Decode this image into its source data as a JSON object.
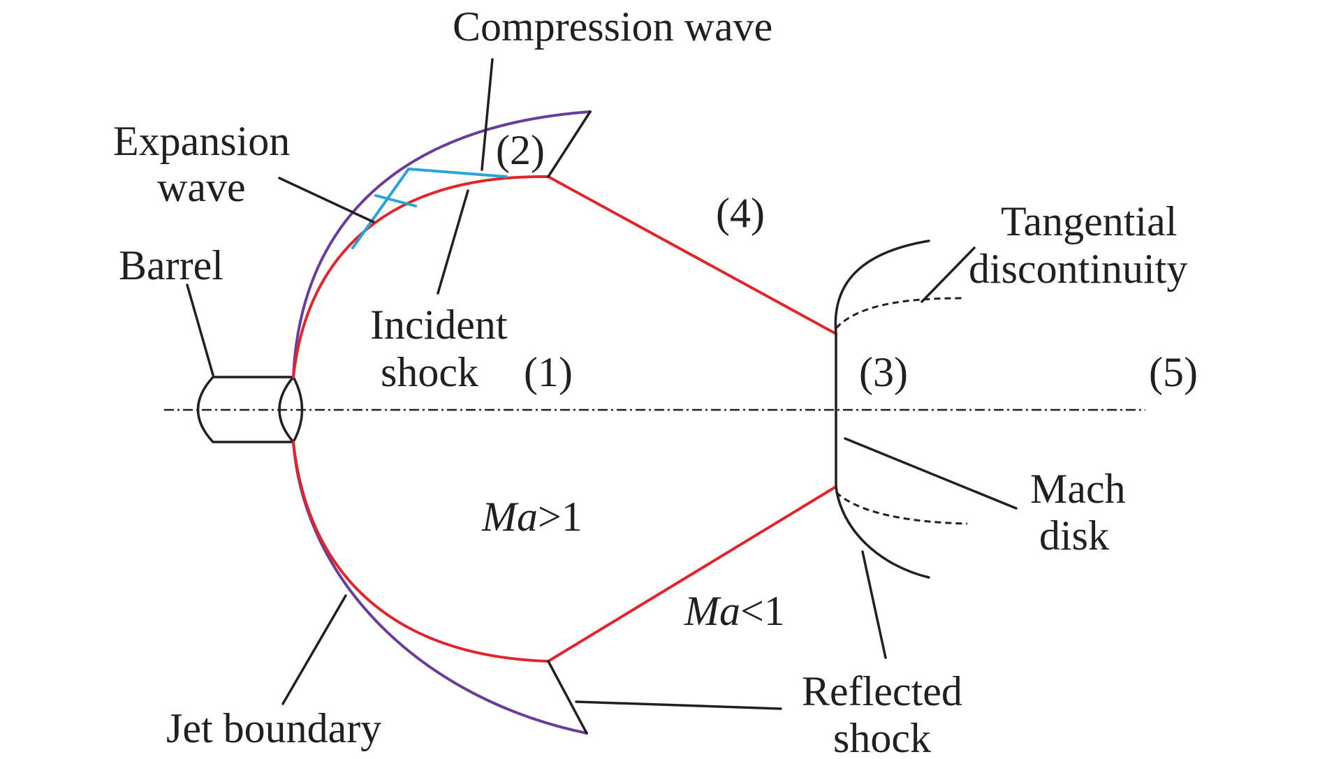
{
  "labels": {
    "compression_wave": "Compression wave",
    "expansion_wave_1": "Expansion",
    "expansion_wave_2": "wave",
    "barrel": "Barrel",
    "incident_shock_1": "Incident",
    "incident_shock_2": "shock",
    "tangential_1": "Tangential",
    "tangential_2": "discontinuity",
    "mach_disk_1": "Mach",
    "mach_disk_2": "disk",
    "reflected_shock_1": "Reflected",
    "reflected_shock_2": "shock",
    "jet_boundary": "Jet boundary"
  },
  "regions": {
    "r1": "(1)",
    "r2": "(2)",
    "r3": "(3)",
    "r4": "(4)",
    "r5": "(5)"
  },
  "mach": {
    "high_var": "Ma",
    "high_rel": "&gt;1",
    "low_var": "Ma",
    "low_rel": "&lt;1"
  },
  "colors": {
    "shock": "#e0262b",
    "jet_boundary": "#6a3d9a",
    "waves": "#29a3d8",
    "ink": "#231f20"
  }
}
